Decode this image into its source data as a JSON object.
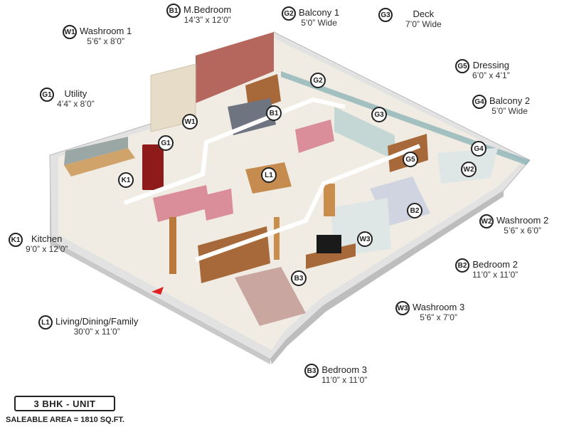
{
  "rooms": [
    {
      "code": "B1",
      "name": "M.Bedroom",
      "dims": "14’3” x 12’0”"
    },
    {
      "code": "G2",
      "name": "Balcony 1",
      "dims": "5’0” Wide"
    },
    {
      "code": "G3",
      "name": "Deck",
      "dims": "7’0” Wide"
    },
    {
      "code": "W1",
      "name": "Washroom 1",
      "dims": "5’6” x 8’0”"
    },
    {
      "code": "G5",
      "name": "Dressing",
      "dims": "6’0” x 4’1”"
    },
    {
      "code": "G1",
      "name": "Utility",
      "dims": "4’4” x 8’0”"
    },
    {
      "code": "G4",
      "name": "Balcony 2",
      "dims": "5’0” Wide"
    },
    {
      "code": "K1",
      "name": "Kitchen",
      "dims": "9’0” x 12’0”"
    },
    {
      "code": "W2",
      "name": "Washroom 2",
      "dims": "5’6” x 6’0”"
    },
    {
      "code": "B2",
      "name": "Bedroom 2",
      "dims": "11’0” x 11’0”"
    },
    {
      "code": "W3",
      "name": "Washroom 3",
      "dims": "5’6” x 7’0”"
    },
    {
      "code": "L1",
      "name": "Living/Dining/Family",
      "dims": "30’0” x 11’0”"
    },
    {
      "code": "B3",
      "name": "Bedroom 3",
      "dims": "11’0” x 11’0”"
    }
  ],
  "markers": [
    "G2",
    "B1",
    "W1",
    "G3",
    "G1",
    "G5",
    "G4",
    "W2",
    "K1",
    "L1",
    "B2",
    "W3",
    "B3"
  ],
  "unit_title": "3 BHK - UNIT",
  "saleable_area": "SALEABLE AREA = 1810 SQ.FT.",
  "colors": {
    "accent_wall": "#b5675e",
    "floor": "#f1ece3",
    "wall": "#e6e6e6",
    "marker_border": "#222222",
    "entry_arrow": "#e02020"
  }
}
